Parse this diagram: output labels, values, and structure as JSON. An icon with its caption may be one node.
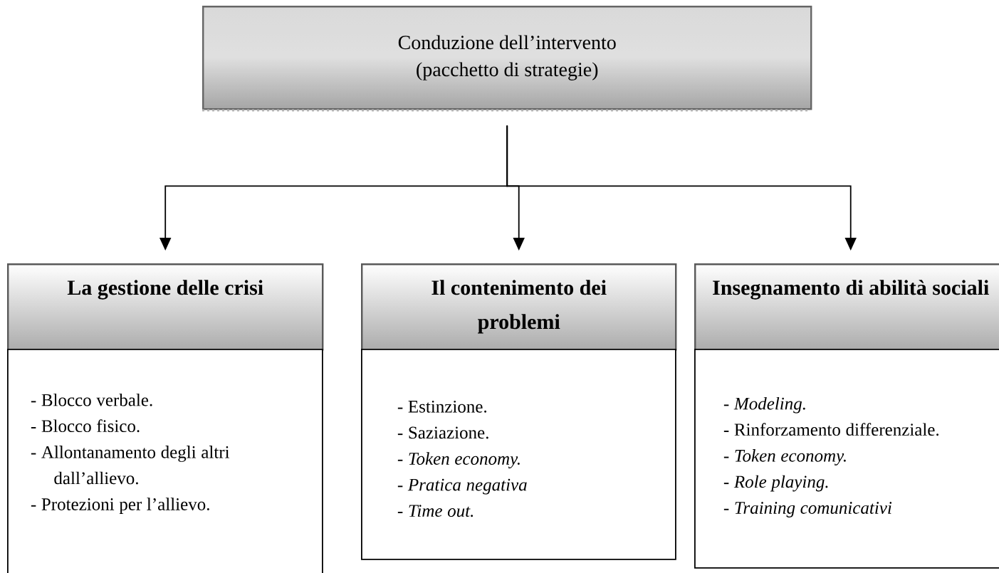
{
  "diagram": {
    "nodes": [
      {
        "text": [
          "Conduzione dell’intervento (pacchetto di strategie)"
        ]
      },
      {
        "text": [
          "La gestione delle crisi"
        ]
      },
      {
        "text": [
          "- Blocco verbale.",
          "- Blocco fisico.",
          "- Allontanamento degli altri dall’allievo.",
          "- Protezioni per l’allievo."
        ]
      },
      {
        "text": [
          "Il contenimento dei problemi"
        ]
      },
      {
        "text": [
          "- Estinzione.",
          "- Saziazione.",
          "- *Token economy.*",
          "- *Pratica negativa*",
          "- *Time out.*"
        ]
      },
      {
        "text": [
          "Insegnamento di abilità sociali"
        ]
      },
      {
        "text": [
          "- *Modeling.*",
          "- Rinforzamento differenziale.",
          "- *Token economy.*",
          "- *Role playing.*",
          "- *Training comunicativi*"
        ]
      }
    ],
    "edges": [
      {
        "from": 0,
        "to": 1,
        "arrow": "to"
      },
      {
        "from": 0,
        "to": 3,
        "arrow": "to"
      },
      {
        "from": 0,
        "to": 5,
        "arrow": "to"
      }
    ]
  }
}
